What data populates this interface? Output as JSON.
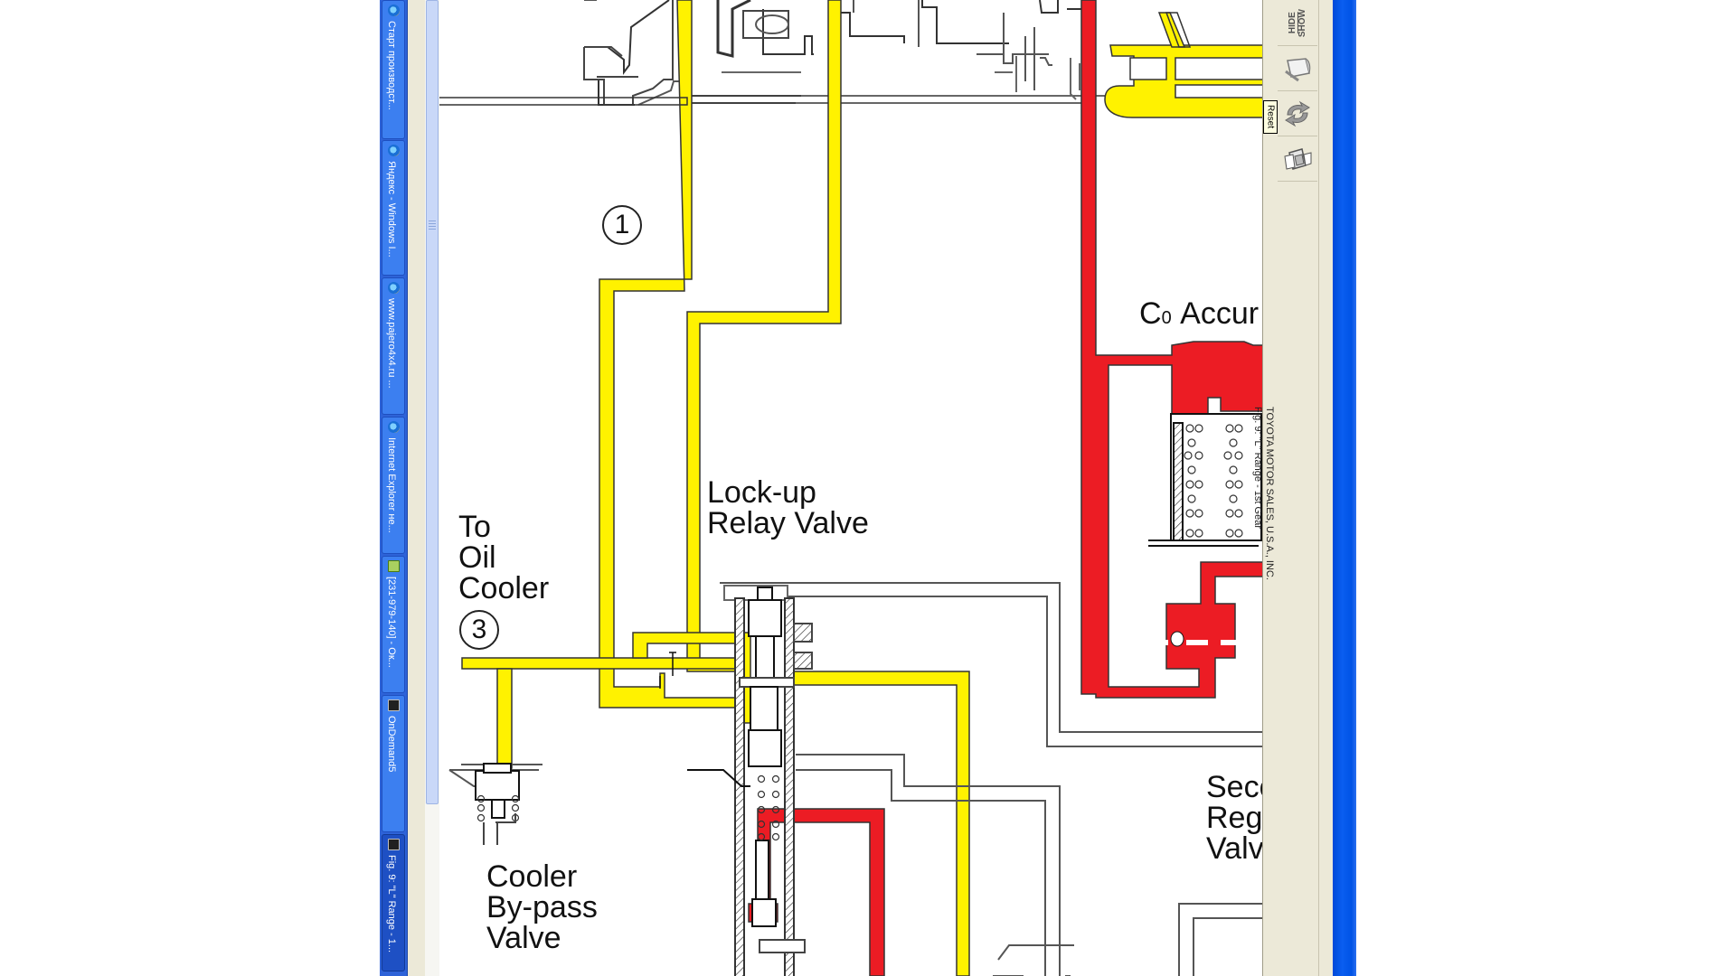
{
  "taskbar": {
    "items": [
      {
        "label": "Старт производст...",
        "icon": "ie-icon",
        "active": false
      },
      {
        "label": "Яндекс - Windows I...",
        "icon": "ie-icon",
        "active": false
      },
      {
        "label": "www.pajero4x4.ru ...",
        "icon": "ie-icon",
        "active": false
      },
      {
        "label": "Internet Explorer не...",
        "icon": "ie-icon",
        "active": false
      },
      {
        "label": "[231-979-140] - Ок...",
        "icon": "spreadsheet-icon",
        "active": false
      },
      {
        "label": "OnDemand5",
        "icon": "ondemand-icon",
        "active": false
      },
      {
        "label": "Fig. 9: \"L\" Range - 1...",
        "icon": "ondemand-icon",
        "active": true
      }
    ]
  },
  "toolbar": {
    "hide_label": "HIDE",
    "show_label": "SHOW",
    "reset_tooltip": "Reset"
  },
  "caption": {
    "title": "Fig. 9: \"L\" Range - 1st Gear",
    "copyright": "TOYOTA MOTOR SALES, U.S.A., INC."
  },
  "diagram": {
    "labels": {
      "circle_1": "1",
      "circle_3": "3",
      "lockup_line1": "Lock-up",
      "lockup_line2": "Relay Valve",
      "oil_line1": "To",
      "oil_line2": "Oil",
      "oil_line3": "Cooler",
      "bypass_line1": "Cooler",
      "bypass_line2": "By-pass",
      "bypass_line3": "Valve",
      "accum": "C",
      "accum_sub": "0",
      "accum_rest": "Accur",
      "second_line1": "Seco",
      "second_line2": "Reg",
      "second_line3": "Valv"
    },
    "colors": {
      "line_pressure": "#ec1c24",
      "converter_pressure": "#fff200"
    }
  }
}
